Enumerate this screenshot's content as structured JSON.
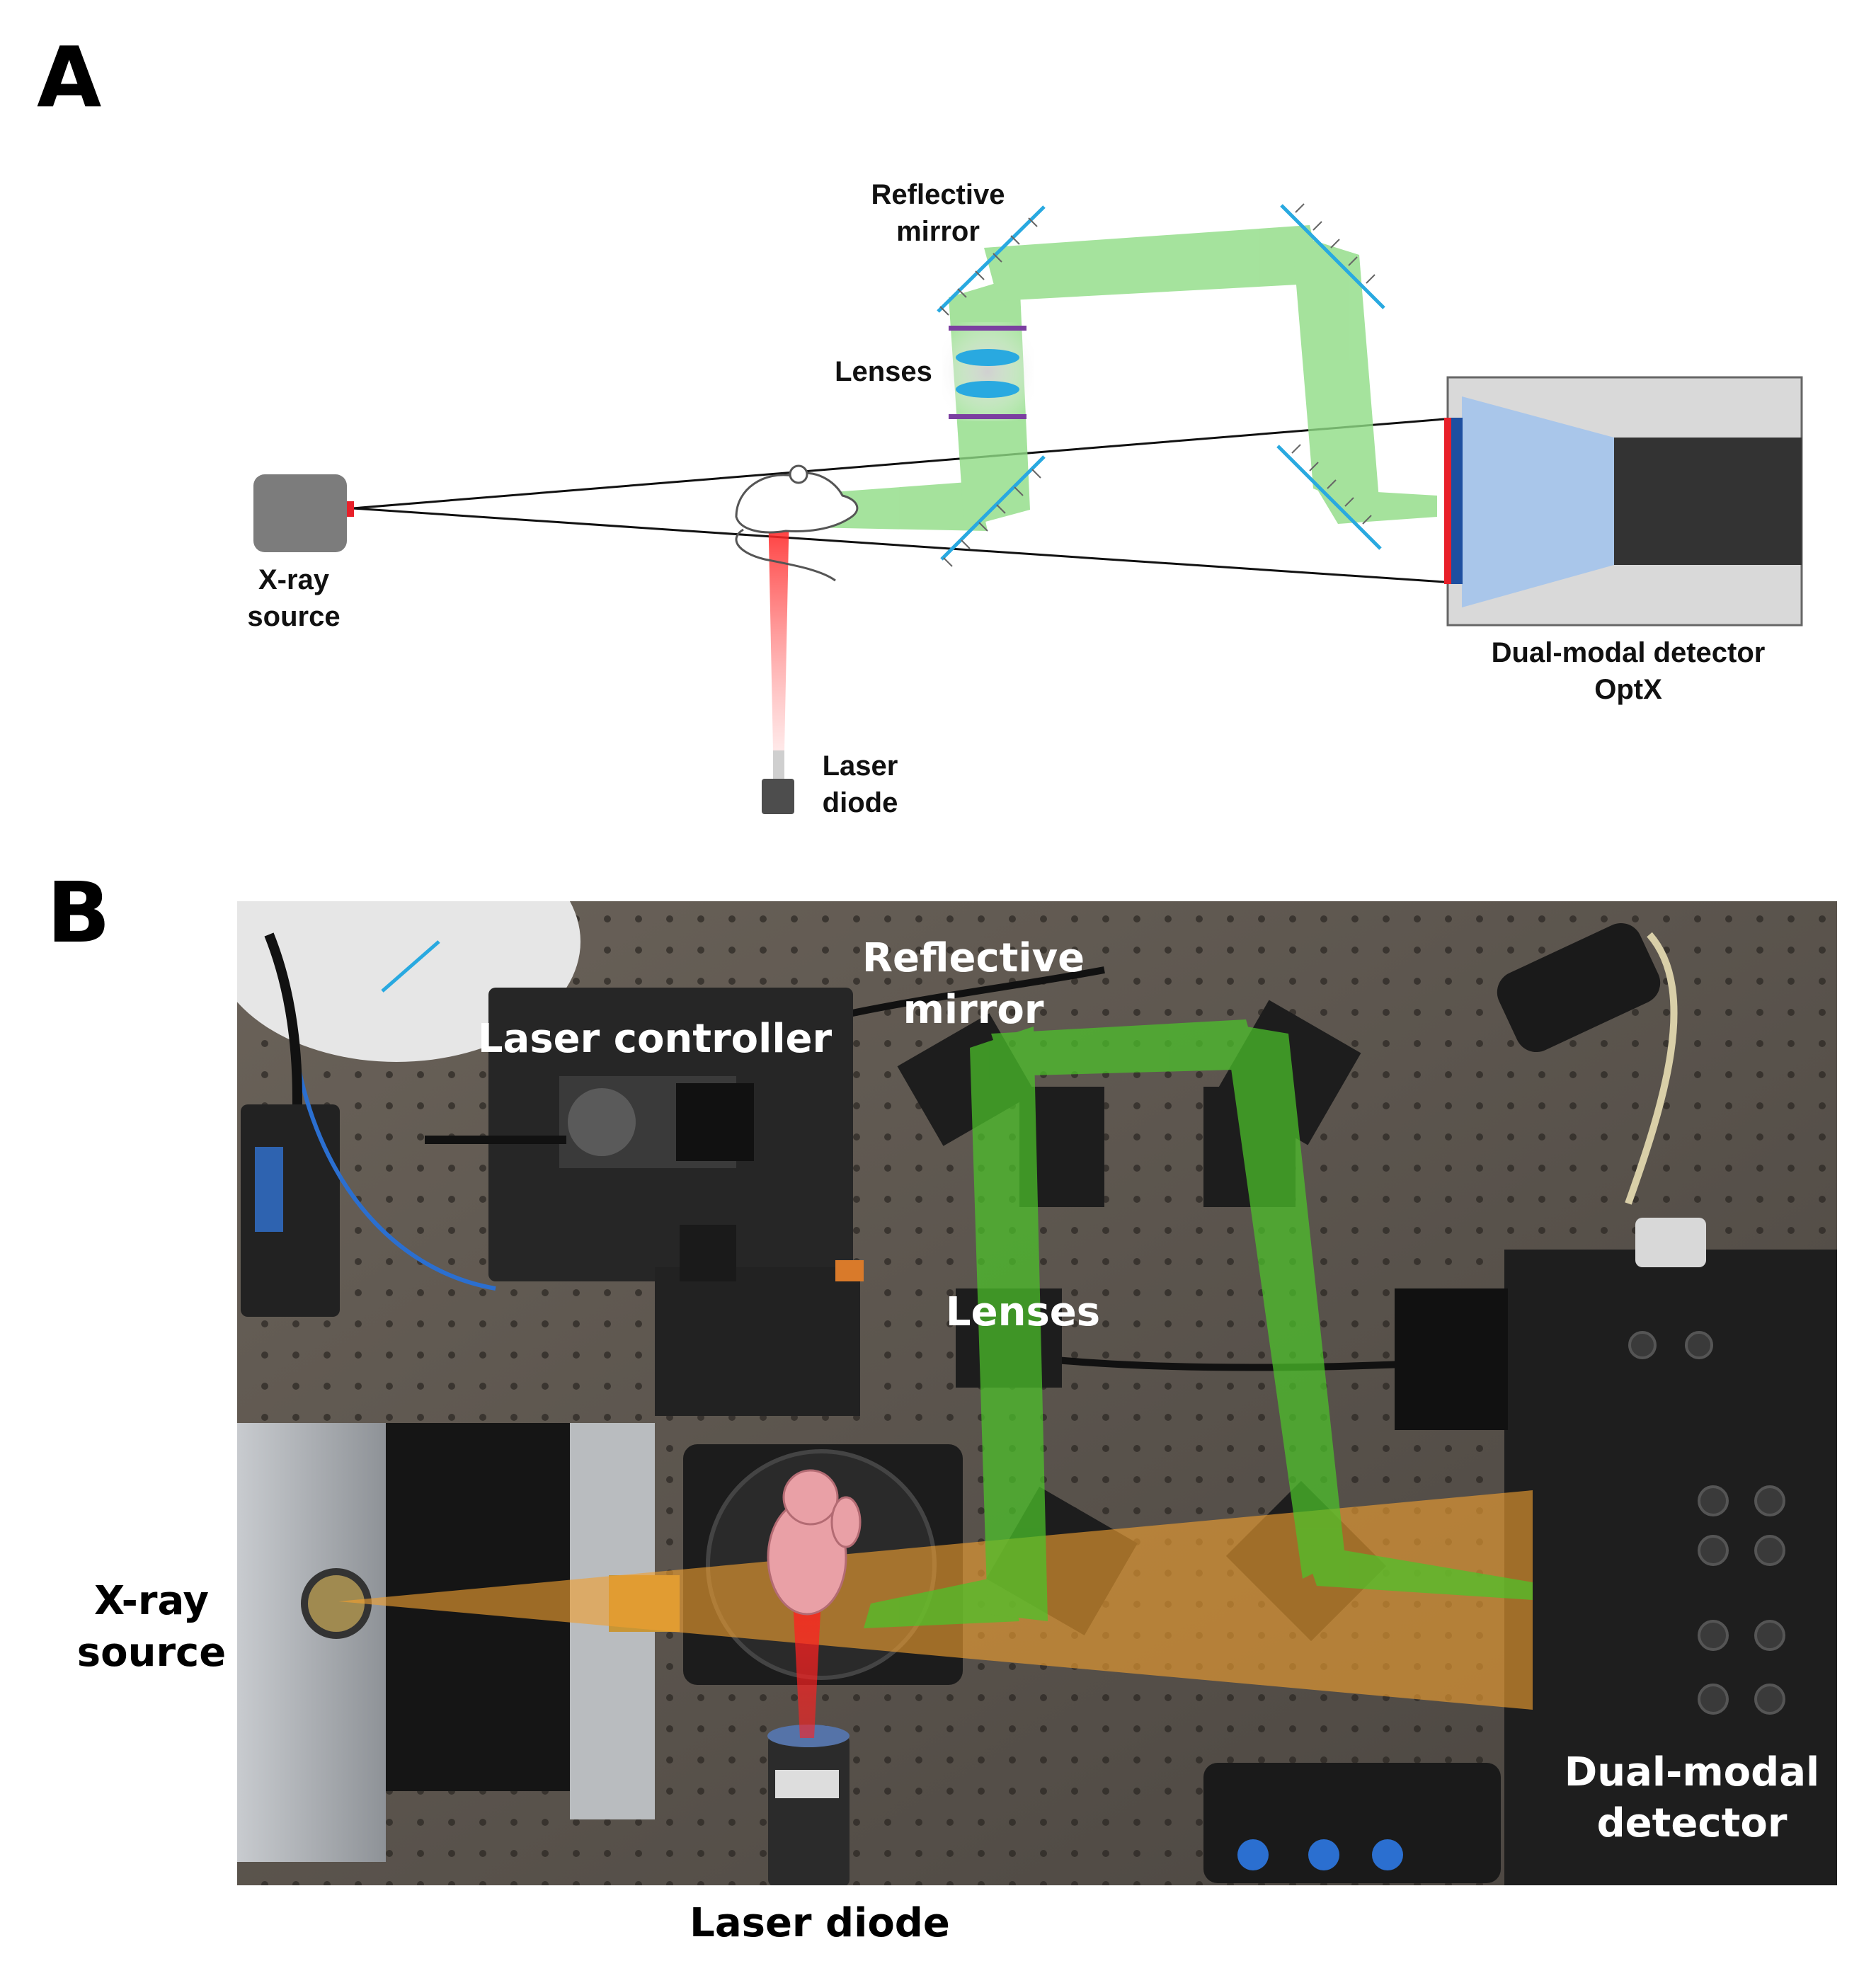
{
  "panels": {
    "a": {
      "letter": "A",
      "labels": {
        "reflective_mirror": "Reflective\nmirror",
        "lenses": "Lenses",
        "xray_source": "X-ray\nsource",
        "detector": "Dual-modal detector\nOptX",
        "laser_diode": "Laser\ndiode"
      }
    },
    "b": {
      "letter": "B",
      "labels": {
        "laser_controller": "Laser controller",
        "reflective_mirror_l1": "Reflective",
        "reflective_mirror_l2": "mirror",
        "lenses": "Lenses",
        "xray_source_l1": "X-ray",
        "xray_source_l2": "source",
        "detector_l1": "Dual-modal",
        "detector_l2": "detector",
        "laser_diode": "Laser diode"
      }
    }
  },
  "colors": {
    "green_beam": "#8fdc84",
    "red_beam": "#ff2a2a",
    "mirror": "#29a9e0",
    "lens_frame": "#7b3fa0",
    "lens_body": "#29a9e0",
    "xray_box": "#7c7c7c",
    "detector_face_blue": "#1e4fa0",
    "detector_face_red": "#e8202a",
    "detector_cone": "#a9c6ea",
    "detector_dark": "#333333",
    "photo_table": "#5a544c",
    "photo_orange_beam": "#f0a030",
    "photo_green_beam": "#4cc42a"
  }
}
